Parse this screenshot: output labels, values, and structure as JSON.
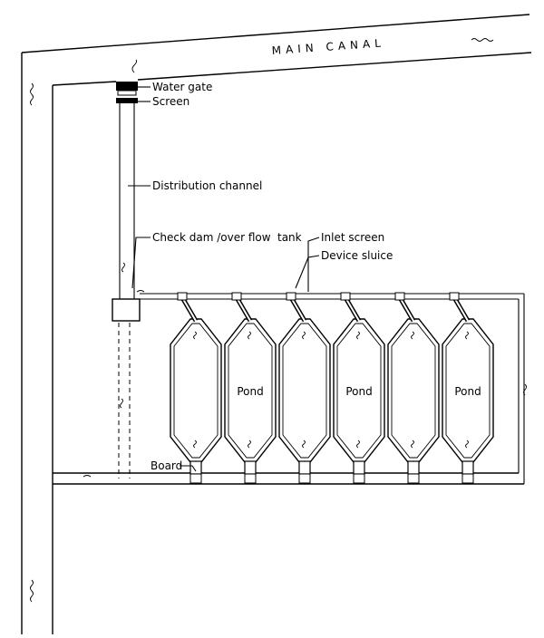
{
  "diagram": {
    "canal_label": "MAIN CANAL",
    "labels": {
      "water_gate": "Water gate",
      "screen": "Screen",
      "distribution_channel": "Distribution channel",
      "check_dam": "Check dam /over flow",
      "tank": "tank",
      "inlet_screen": "Inlet screen",
      "device_sluice": "Device sluice",
      "board": "Board"
    },
    "ponds": [
      {
        "label": ""
      },
      {
        "label": "Pond"
      },
      {
        "label": ""
      },
      {
        "label": "Pond"
      },
      {
        "label": ""
      },
      {
        "label": "Pond"
      }
    ]
  }
}
